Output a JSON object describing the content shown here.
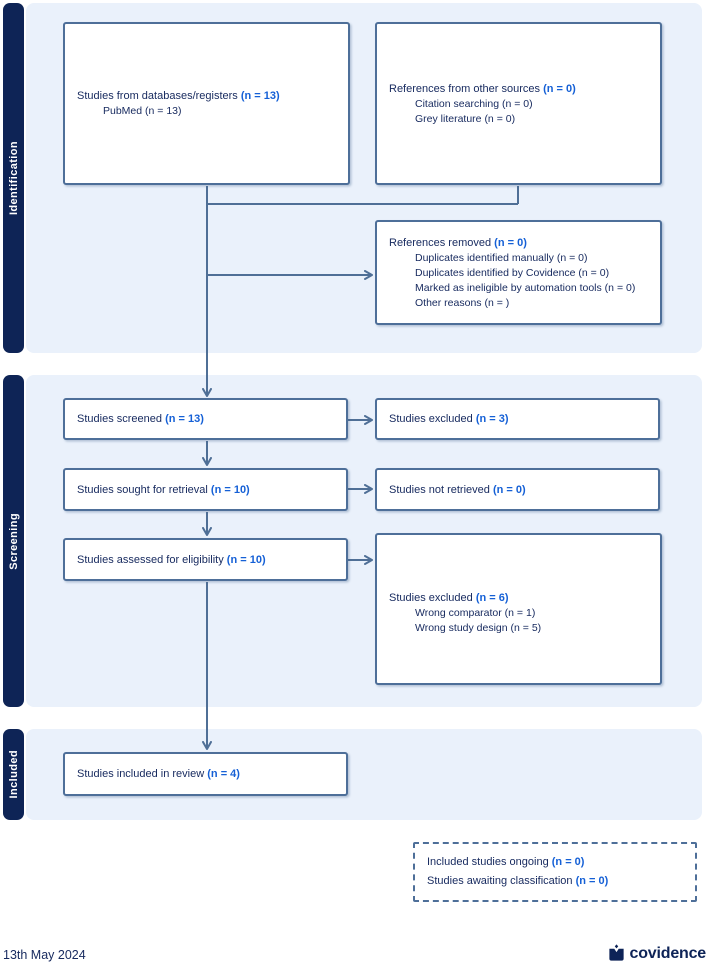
{
  "page": {
    "date": "13th May 2024",
    "brand": "covidence"
  },
  "colors": {
    "sidebar_navy": "#0e2456",
    "panel_blue": "#eaf1fb",
    "box_border": "#4e6f99",
    "connector": "#4f6f96",
    "text_navy": "#16295e",
    "accent_blue": "#1560d6"
  },
  "sections": [
    {
      "label": "Identification"
    },
    {
      "label": "Screening"
    },
    {
      "label": "Included"
    }
  ],
  "boxes": {
    "databases": {
      "title": "Studies from databases/registers ",
      "n": "(n = 13)",
      "subs": [
        "PubMed (n = 13)"
      ]
    },
    "other_sources": {
      "title": "References from other sources ",
      "n": "(n = 0)",
      "subs": [
        "Citation searching (n = 0)",
        "Grey literature (n = 0)"
      ]
    },
    "removed": {
      "title": "References removed ",
      "n": "(n = 0)",
      "subs": [
        "Duplicates identified manually (n = 0)",
        "Duplicates identified by Covidence (n = 0)",
        "Marked as ineligible by automation tools (n = 0)",
        "Other reasons (n = )"
      ]
    },
    "screened": {
      "title": "Studies screened ",
      "n": "(n = 13)"
    },
    "excluded1": {
      "title": "Studies excluded ",
      "n": "(n = 3)"
    },
    "retrieval": {
      "title": "Studies sought for retrieval ",
      "n": "(n = 10)"
    },
    "not_retrieved": {
      "title": "Studies not retrieved ",
      "n": "(n = 0)"
    },
    "assessed": {
      "title": "Studies assessed for eligibility ",
      "n": "(n = 10)"
    },
    "excluded2": {
      "title": "Studies excluded ",
      "n": "(n = 6)",
      "subs": [
        "Wrong comparator (n = 1)",
        "Wrong study design (n = 5)"
      ]
    },
    "included": {
      "title": "Studies included in review ",
      "n": "(n = 4)"
    },
    "ongoing": {
      "line1": "Included studies ongoing ",
      "line1_n": "(n = 0)",
      "line2": "Studies awaiting classification ",
      "line2_n": "(n = 0)"
    }
  }
}
